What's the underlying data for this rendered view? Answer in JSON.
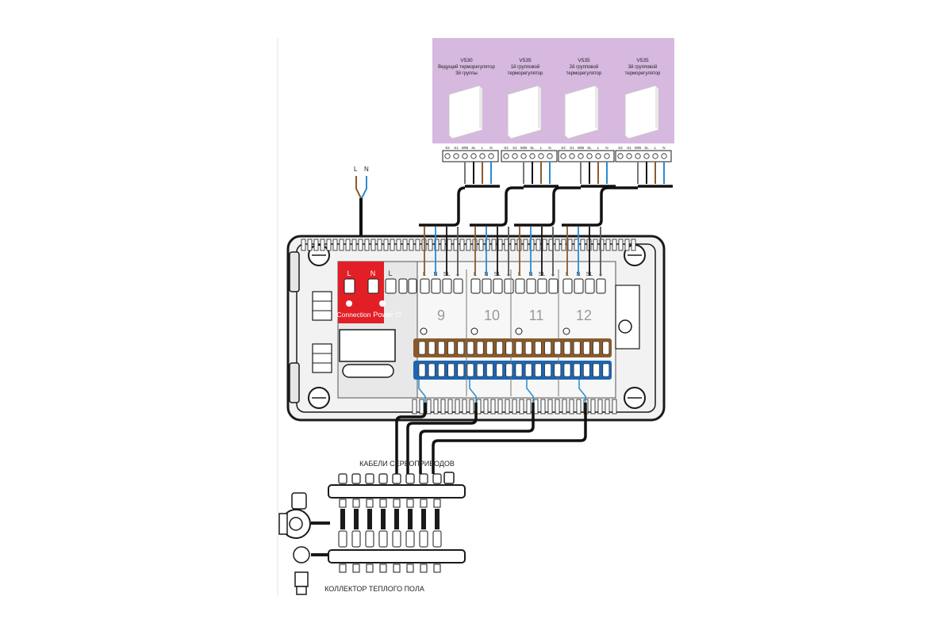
{
  "thermostats": [
    {
      "model": "V530",
      "line1": "Ведущий терморегулятор",
      "line2": "3й группы"
    },
    {
      "model": "V535",
      "line1": "1й групповой",
      "line2": "терморегулятор"
    },
    {
      "model": "V535",
      "line1": "2й групповой",
      "line2": "терморегулятор"
    },
    {
      "model": "V535",
      "line1": "3й групповой",
      "line2": "терморегулятор"
    }
  ],
  "terminal_labels": [
    "S2",
    "S1",
    "W/B",
    "SL",
    "L",
    "N"
  ],
  "mains": {
    "l": "L",
    "n": "N"
  },
  "controller": {
    "power_terminals": [
      "L",
      "N",
      "L"
    ],
    "zone_terminals": [
      "L",
      "N",
      "SL",
      "⏚"
    ],
    "zones": [
      "9",
      "10",
      "11",
      "12"
    ],
    "connection_label": "Connection",
    "power_label": "Power ⏻"
  },
  "servo_cables_label": "КАБЕЛИ СЕРВОПРИВОДОВ",
  "manifold_label": "КОЛЛЕКТОР ТЕПЛОГО ПОЛА",
  "colors": {
    "thermostat_panel": "#d7b8df",
    "red_panel": "#e21f26",
    "brown_bus": "#8a5a2b",
    "blue_bus": "#1e66b0",
    "wire_brown": "#8a5a2b",
    "wire_blue": "#2a8bd0"
  }
}
